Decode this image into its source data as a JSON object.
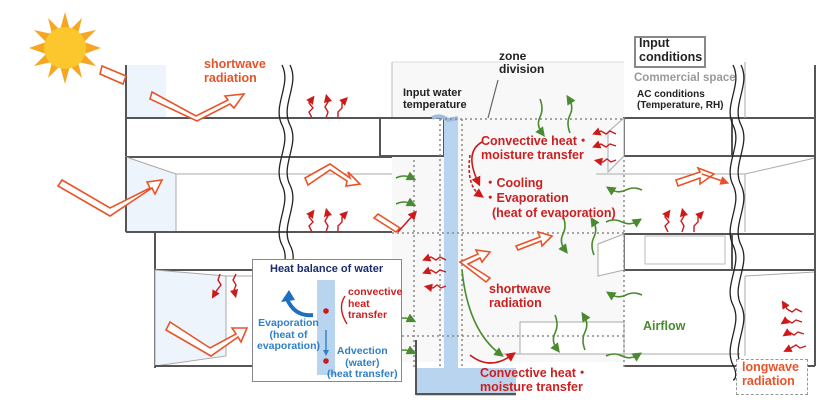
{
  "diagram": {
    "title": "Building water-cooled facade heat and moisture transfer model",
    "labels": {
      "shortwave_top": [
        "shortwave",
        "radiation"
      ],
      "zone_division": [
        "zone",
        "division"
      ],
      "input_water_temperature": [
        "Input water",
        "temperature"
      ],
      "input_conditions": [
        "Input",
        "conditions"
      ],
      "commercial_space": "Commercial space",
      "ac_conditions": [
        "AC conditions",
        "(Temperature, RH)"
      ],
      "convective_top": [
        "Convective heat・",
        "moisture transfer"
      ],
      "cooling": "・Cooling",
      "evaporation": "・Evaporation",
      "heat_of_evaporation": "(heat of evaporation)",
      "shortwave_mid": [
        "shortwave",
        "radiation"
      ],
      "airflow": "Airflow",
      "convective_bottom": [
        "Convective heat・",
        "moisture transfer"
      ],
      "longwave": [
        "longwave",
        "radiation"
      ]
    },
    "heat_balance": {
      "title": "Heat balance of water",
      "convective": [
        "convective",
        "heat",
        "transfer"
      ],
      "evaporation": [
        "Evaporation",
        "(heat of",
        "evaporation)"
      ],
      "advection": [
        "Advection",
        "(water)",
        "(heat transfer)"
      ]
    },
    "colors": {
      "shortwave": "#e8542a",
      "longwave": "#cc1a1a",
      "airflow": "#4a8a30",
      "water": "#b8d4ee",
      "text_red": "#cc2020",
      "navy": "#1a2e6e",
      "blue": "#2f80c8",
      "sun_outer": "#f5a623",
      "sun_inner": "#fcc72c"
    }
  }
}
